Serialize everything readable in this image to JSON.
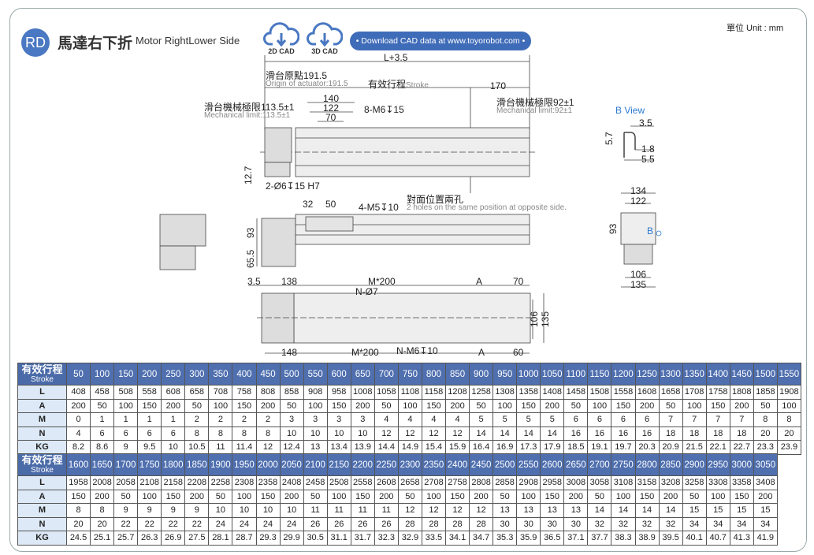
{
  "header": {
    "badge": "RD",
    "title_zh": "馬達右下折",
    "title_en": "Motor RightLower  Side",
    "cad2d": "2D CAD",
    "cad3d": "3D CAD",
    "download": "• Download CAD data at www.toyorobot.com •",
    "unit": "單位 Unit : mm"
  },
  "colors": {
    "accent": "#3f6cb8",
    "table_header": "#4f6faf",
    "row_label_bg": "#dde9f6",
    "bview": "#2b7ad0"
  },
  "drawing": {
    "l35": "L+3.5",
    "origin_zh": "滑台原點191.5",
    "origin_en": "Origin of actuator:191.5",
    "stroke_zh": "有效行程",
    "stroke_en": "Stroke",
    "d170": "170",
    "d140": "140",
    "d122": "122",
    "d70": "70",
    "m6": "8-M6↧15",
    "mech1_zh": "滑台機械極限113.5±1",
    "mech1_en": "Mechanical limit:113.5±1",
    "mech2_zh": "滑台機械極限92±1",
    "mech2_en": "Mechanical limit:92±1",
    "d127": "12.7",
    "pin": "2-Ø6↧15 H7",
    "bview": "B View",
    "b35": "3.5",
    "b57": "5.7",
    "b18": "1.8",
    "b55": "5.5",
    "d32": "32",
    "d50": "50",
    "m5": "4-M5↧10",
    "opp_zh": "對面位置兩孔",
    "opp_en": "2 holes on the same position at opposite side.",
    "d93": "93",
    "d655": "65.5",
    "e134": "134",
    "e122": "122",
    "e93": "93",
    "eB": "B",
    "e106": "106",
    "e135": "135",
    "t35": "3.5",
    "t138": "138",
    "tm200": "M*200",
    "tA": "A",
    "t70": "70",
    "tn7": "N-Ø7",
    "t106": "106",
    "t135": "135",
    "u148": "148",
    "um200": "M*200",
    "um6": "N-M6↧10",
    "uA": "A",
    "u60": "60"
  },
  "tables": [
    {
      "header": {
        "zh": "有效行程",
        "en": "Stroke"
      },
      "stroke": [
        50,
        100,
        150,
        200,
        250,
        300,
        350,
        400,
        450,
        500,
        550,
        600,
        650,
        700,
        750,
        800,
        850,
        900,
        950,
        1000,
        1050,
        1100,
        1150,
        1200,
        1250,
        1300,
        1350,
        1400,
        1450,
        1500,
        1550
      ],
      "rows": [
        {
          "label": "L",
          "values": [
            408,
            458,
            508,
            558,
            608,
            658,
            708,
            758,
            808,
            858,
            908,
            958,
            1008,
            1058,
            1108,
            1158,
            1208,
            1258,
            1308,
            1358,
            1408,
            1458,
            1508,
            1558,
            1608,
            1658,
            1708,
            1758,
            1808,
            1858,
            1908
          ]
        },
        {
          "label": "A",
          "values": [
            200,
            50,
            100,
            150,
            200,
            50,
            100,
            150,
            200,
            50,
            100,
            150,
            200,
            50,
            100,
            150,
            200,
            50,
            100,
            150,
            200,
            50,
            100,
            150,
            200,
            50,
            100,
            150,
            200,
            50,
            100
          ]
        },
        {
          "label": "M",
          "values": [
            0,
            1,
            1,
            1,
            1,
            2,
            2,
            2,
            2,
            3,
            3,
            3,
            3,
            4,
            4,
            4,
            4,
            5,
            5,
            5,
            5,
            6,
            6,
            6,
            6,
            7,
            7,
            7,
            7,
            8,
            8
          ]
        },
        {
          "label": "N",
          "values": [
            4,
            6,
            6,
            6,
            6,
            8,
            8,
            8,
            8,
            10,
            10,
            10,
            10,
            12,
            12,
            12,
            12,
            14,
            14,
            14,
            14,
            16,
            16,
            16,
            16,
            18,
            18,
            18,
            18,
            20,
            20
          ]
        },
        {
          "label": "KG",
          "values": [
            8.2,
            8.6,
            9,
            9.5,
            10,
            10.5,
            11,
            11.4,
            12,
            12.4,
            13,
            13.4,
            13.9,
            14.4,
            14.9,
            15.4,
            15.9,
            16.4,
            16.9,
            17.3,
            17.9,
            18.5,
            19.1,
            19.7,
            20.3,
            20.9,
            21.5,
            22.1,
            22.7,
            23.3,
            23.9
          ]
        }
      ]
    },
    {
      "header": {
        "zh": "有效行程",
        "en": "Stroke"
      },
      "stroke": [
        1600,
        1650,
        1700,
        1750,
        1800,
        1850,
        1900,
        1950,
        2000,
        2050,
        2100,
        2150,
        2200,
        2250,
        2300,
        2350,
        2400,
        2450,
        2500,
        2550,
        2600,
        2650,
        2700,
        2750,
        2800,
        2850,
        2900,
        2950,
        3000,
        3050
      ],
      "rows": [
        {
          "label": "L",
          "values": [
            1958,
            2008,
            2058,
            2108,
            2158,
            2208,
            2258,
            2308,
            2358,
            2408,
            2458,
            2508,
            2558,
            2608,
            2658,
            2708,
            2758,
            2808,
            2858,
            2908,
            2958,
            3008,
            3058,
            3108,
            3158,
            3208,
            3258,
            3308,
            3358,
            3408
          ]
        },
        {
          "label": "A",
          "values": [
            150,
            200,
            50,
            100,
            150,
            200,
            50,
            100,
            150,
            200,
            50,
            100,
            150,
            200,
            50,
            100,
            150,
            200,
            50,
            100,
            150,
            200,
            50,
            100,
            150,
            200,
            50,
            100,
            150,
            200
          ]
        },
        {
          "label": "M",
          "values": [
            8,
            8,
            9,
            9,
            9,
            9,
            10,
            10,
            10,
            10,
            11,
            11,
            11,
            11,
            12,
            12,
            12,
            12,
            13,
            13,
            13,
            13,
            14,
            14,
            14,
            14,
            15,
            15,
            15,
            15
          ]
        },
        {
          "label": "N",
          "values": [
            20,
            20,
            22,
            22,
            22,
            22,
            24,
            24,
            24,
            24,
            26,
            26,
            26,
            26,
            28,
            28,
            28,
            28,
            30,
            30,
            30,
            30,
            32,
            32,
            32,
            32,
            34,
            34,
            34,
            34
          ]
        },
        {
          "label": "KG",
          "values": [
            24.5,
            25.1,
            25.7,
            26.3,
            26.9,
            27.5,
            28.1,
            28.7,
            29.3,
            29.9,
            30.5,
            31.1,
            31.7,
            32.3,
            32.9,
            33.5,
            34.1,
            34.7,
            35.3,
            35.9,
            36.5,
            37.1,
            37.7,
            38.3,
            38.9,
            39.5,
            40.1,
            40.7,
            41.3,
            41.9
          ]
        }
      ]
    }
  ]
}
